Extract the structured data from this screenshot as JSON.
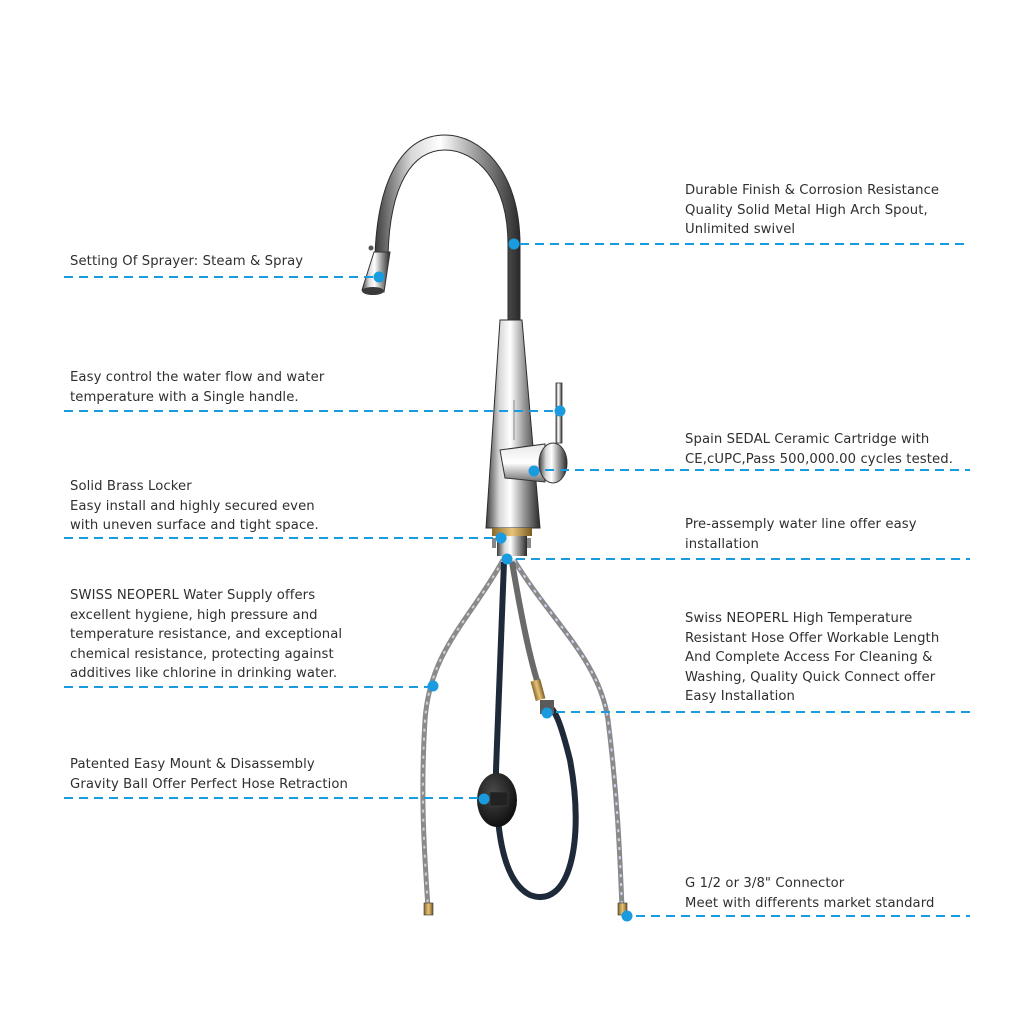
{
  "accent_color": "#1a9be0",
  "product": "pull-down-kitchen-faucet",
  "callouts": [
    {
      "id": "sprayer",
      "side": "left",
      "lines": [
        "Setting Of Sprayer: Steam & Spray"
      ]
    },
    {
      "id": "spout",
      "side": "right",
      "lines": [
        "Durable Finish & Corrosion Resistance",
        "Quality Solid Metal High Arch Spout,",
        "Unlimited swivel"
      ]
    },
    {
      "id": "handle",
      "side": "left",
      "lines": [
        "Easy control the water flow and water",
        "temperature with a Single handle."
      ]
    },
    {
      "id": "cartridge",
      "side": "right",
      "lines": [
        "Spain SEDAL Ceramic Cartridge with",
        "CE,cUPC,Pass 500,000.00 cycles tested."
      ]
    },
    {
      "id": "locker",
      "side": "left",
      "lines": [
        "Solid Brass Locker",
        "Easy install and highly secured even",
        "with uneven surface and tight space."
      ]
    },
    {
      "id": "water-line",
      "side": "right",
      "lines": [
        "Pre-assemply water line offer easy",
        "installation"
      ]
    },
    {
      "id": "water-supply",
      "side": "left",
      "lines": [
        "SWISS NEOPERL Water Supply offers",
        "excellent hygiene, high pressure and",
        "temperature resistance, and exceptional",
        "chemical resistance, protecting against",
        "additives like chlorine in drinking water."
      ]
    },
    {
      "id": "hose",
      "side": "right",
      "lines": [
        "Swiss NEOPERL High Temperature",
        "Resistant Hose Offer Workable Length",
        "And Complete Access For Cleaning &",
        "Washing, Quality Quick Connect offer",
        "Easy Installation"
      ]
    },
    {
      "id": "gravity-ball",
      "side": "left",
      "lines": [
        "Patented Easy Mount & Disassembly",
        "Gravity Ball Offer Perfect Hose Retraction"
      ]
    },
    {
      "id": "connector",
      "side": "right",
      "lines": [
        "G 1/2 or 3/8\" Connector",
        "Meet with differents market standard"
      ]
    }
  ]
}
